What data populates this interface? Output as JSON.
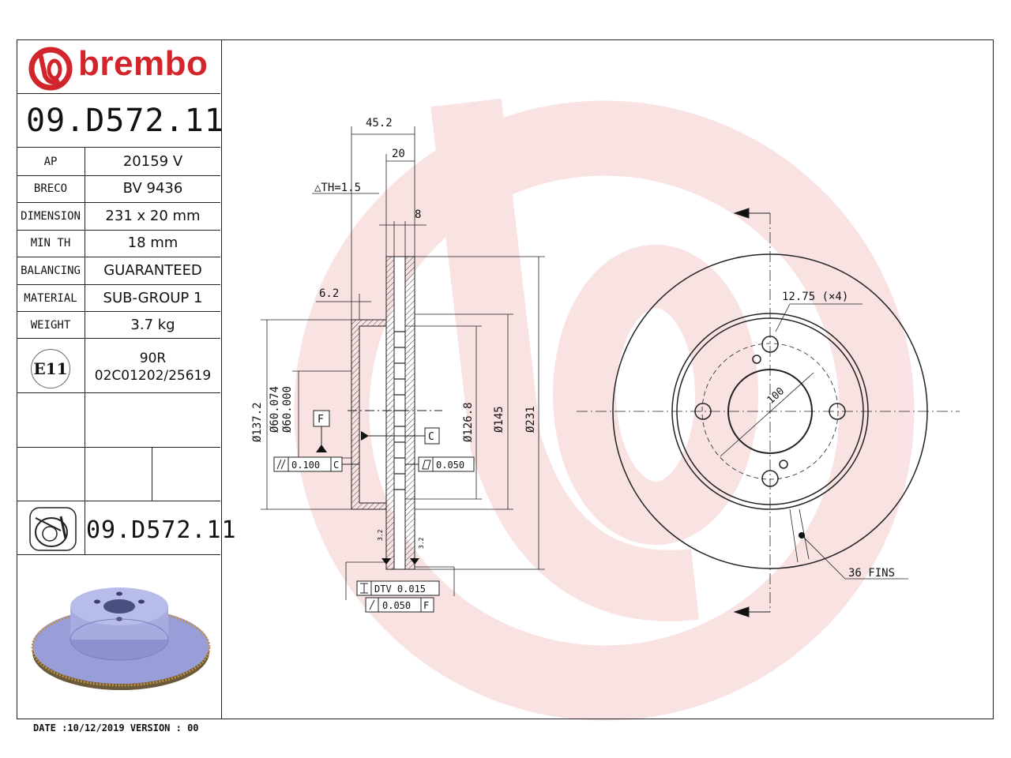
{
  "brand": {
    "name": "brembo",
    "color": "#d1252b"
  },
  "part_number": "09.D572.11",
  "specs": [
    {
      "label": "AP",
      "value": "20159 V"
    },
    {
      "label": "BRECO",
      "value": "BV 9436"
    },
    {
      "label": "DIMENSION",
      "value": "231 x 20 mm"
    },
    {
      "label": "MIN TH",
      "value": "18 mm"
    },
    {
      "label": "BALANCING",
      "value": "GUARANTEED"
    },
    {
      "label": "MATERIAL",
      "value": "SUB-GROUP 1"
    },
    {
      "label": "WEIGHT",
      "value": "3.7 kg"
    }
  ],
  "approval": {
    "mark": "E11",
    "line1": "90R",
    "line2": "02C01202/25619"
  },
  "footer": {
    "date_line": "DATE :10/12/2019 VERSION : 00"
  },
  "drawing": {
    "dims": {
      "width_total": "45.2",
      "thickness": "20",
      "delta_th": "△TH=1.5",
      "vent": "8",
      "hat": "6.2",
      "d_137": "Ø137.2",
      "d_60_074": "Ø60.074",
      "d_60_000": "Ø60.000",
      "d_126": "Ø126.8",
      "d_145": "Ø145",
      "d_231": "Ø231",
      "bolt_hole": "12.75 (×4)",
      "pcd": "100",
      "fins": "36 FINS",
      "datum_f": "F",
      "datum_c": "C",
      "parallel_tol": "0.100",
      "parallel_ref": "C",
      "flat_tol": "0.050",
      "dtv": "DTV 0.015",
      "runout_tol": "0.050",
      "runout_ref": "F",
      "small_a": "3.2",
      "small_b": "3.2"
    },
    "icons": [
      "parallelism-icon",
      "flatness-icon",
      "thickness-variation-icon",
      "runout-icon",
      "brake-disc-icon"
    ]
  }
}
